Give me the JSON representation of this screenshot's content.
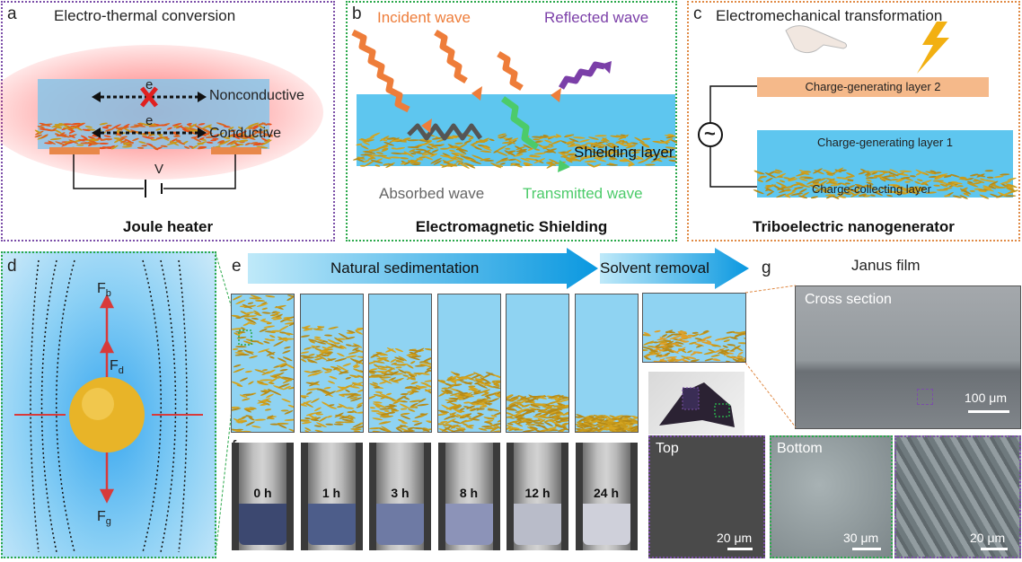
{
  "colors": {
    "purple": "#7b4ea8",
    "green": "#2aa84a",
    "orange": "#e08a45",
    "water": "#7fd0f0",
    "flake": "#c89a1a",
    "red_flake": "#e8501a"
  },
  "panel_a": {
    "letter": "a",
    "title": "Electro-thermal conversion",
    "e_top": "e",
    "e_bottom": "e",
    "nonconductive": "Nonconductive",
    "conductive": "Conductive",
    "voltage": "V",
    "caption": "Joule heater"
  },
  "panel_b": {
    "letter": "b",
    "incident": "Incident wave",
    "reflected": "Reflected wave",
    "shielding": "Shielding layer",
    "absorbed": "Absorbed wave",
    "transmitted": "Transmitted wave",
    "caption": "Electromagnetic Shielding"
  },
  "panel_c": {
    "letter": "c",
    "title": "Electromechanical transformation",
    "layer2": "Charge-generating layer 2",
    "layer1": "Charge-generating layer 1",
    "collecting": "Charge-collecting layer",
    "source_symbol": "~",
    "caption": "Triboelectric nanogenerator"
  },
  "panel_d": {
    "letter": "d",
    "fb": "F",
    "fb_sub": "b",
    "fd": "F",
    "fd_sub": "d",
    "fg": "F",
    "fg_sub": "g"
  },
  "panel_e": {
    "letter": "e",
    "arrow1": "Natural sedimentation",
    "arrow2": "Solvent removal"
  },
  "panel_f": {
    "letter": "f",
    "vials": [
      {
        "time": "0 h",
        "color": "#3c4870"
      },
      {
        "time": "1 h",
        "color": "#4d5d8a"
      },
      {
        "time": "3 h",
        "color": "#6e7aa4"
      },
      {
        "time": "8 h",
        "color": "#8c93b8"
      },
      {
        "time": "12 h",
        "color": "#b9bcc9"
      },
      {
        "time": "24 h",
        "color": "#cfd0da"
      }
    ]
  },
  "panel_g": {
    "letter": "g",
    "title": "Janus film",
    "cross_section": "Cross section",
    "scale_cross": "100 μm",
    "top": "Top",
    "scale_top": "20 μm",
    "bottom": "Bottom",
    "scale_bottom": "30 μm",
    "scale_zoom": "20 μm"
  }
}
